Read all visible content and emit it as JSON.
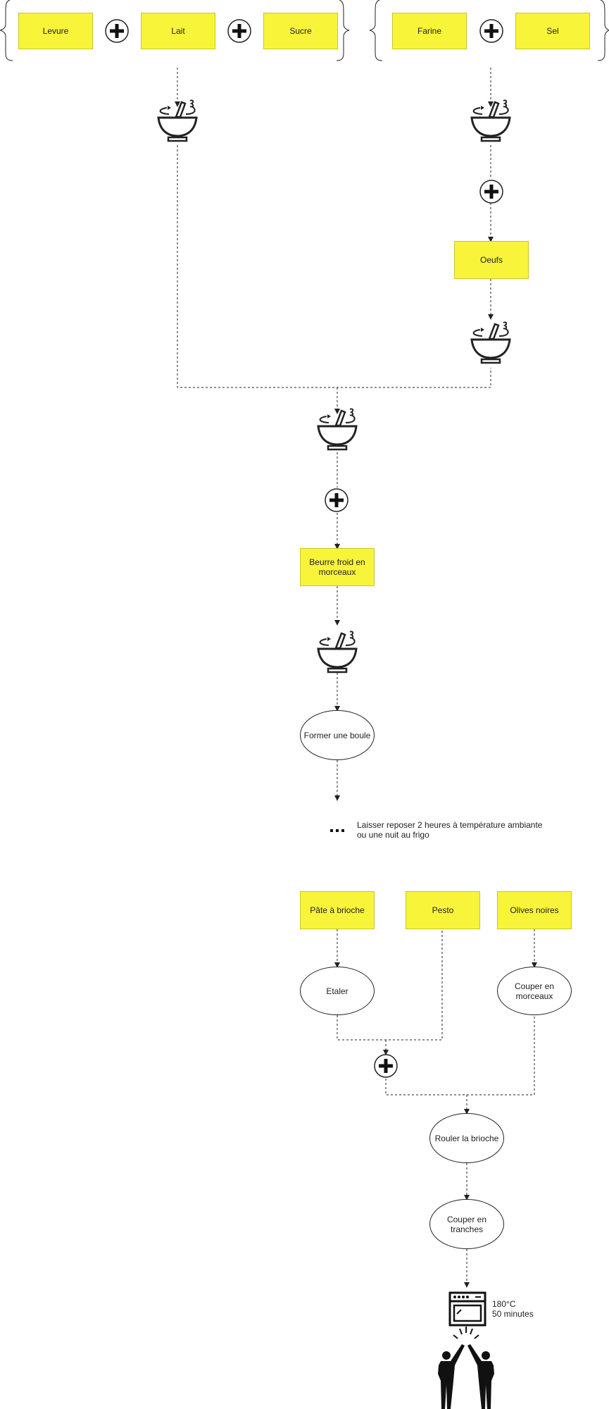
{
  "ingredients": {
    "levure": "Levure",
    "lait": "Lait",
    "sucre": "Sucre",
    "farine": "Farine",
    "sel": "Sel",
    "oeufs": "Oeufs",
    "beurre": "Beurre froid en morceaux",
    "pate": "Pâte à brioche",
    "pesto": "Pesto",
    "olives": "Olives noires"
  },
  "steps": {
    "boule": "Former une boule",
    "repos_line1": "Laisser reposer 2 heures à température ambiante",
    "repos_line2": "ou une nuit au frigo",
    "etaler": "Etaler",
    "couper_morceaux": "Couper en morceaux",
    "rouler": "Rouler la brioche",
    "couper_tranches": "Couper en tranches",
    "four_temp": "180°C",
    "four_duree": "50 minutes"
  },
  "icons": [
    "plus-icon",
    "mixing-bowl-icon",
    "oven-icon",
    "high-five-icon",
    "ellipsis-icon"
  ],
  "colors": {
    "ingredient_fill": "#f8f43a",
    "line": "#222222"
  }
}
